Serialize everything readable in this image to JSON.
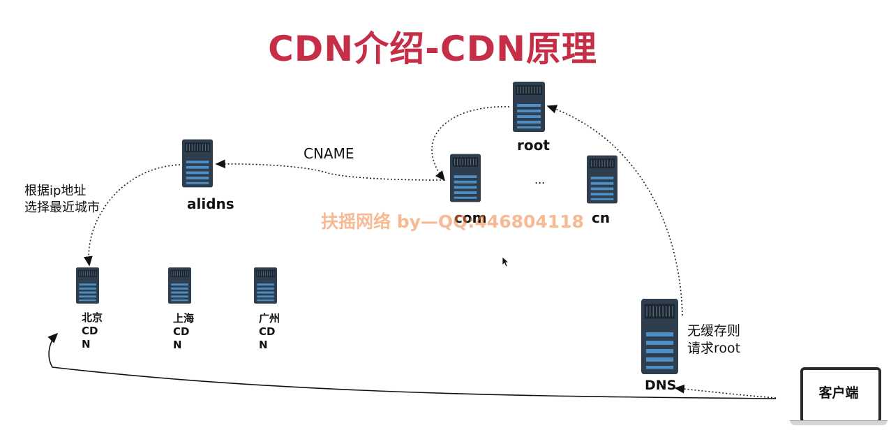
{
  "title": "CDN介绍-CDN原理",
  "watermark": "扶摇网络 by—QQ:446804118",
  "nodes": {
    "root": "root",
    "com": "com",
    "ellipsis": "...",
    "cn": "cn",
    "alidns": "alidns",
    "dns": "DNS",
    "client": "客户端",
    "beijing": [
      "北京",
      "CD",
      "N"
    ],
    "shanghai": [
      "上海",
      "CD",
      "N"
    ],
    "guangzhou": [
      "广州",
      "CD",
      "N"
    ]
  },
  "annotations": {
    "cname": "CNAME",
    "select_city_line1": "根据ip地址",
    "select_city_line2": "选择最近城市",
    "no_cache_line1": "无缓存则",
    "no_cache_line2": "请求root"
  },
  "colors": {
    "title": "#c62e47",
    "server_body": "#2f3e4e",
    "server_accent": "#4d8fc4",
    "watermark": "#f0823c"
  },
  "icons": {
    "server": "server-rack-icon",
    "client": "laptop-icon",
    "cursor": "mouse-pointer-icon"
  }
}
